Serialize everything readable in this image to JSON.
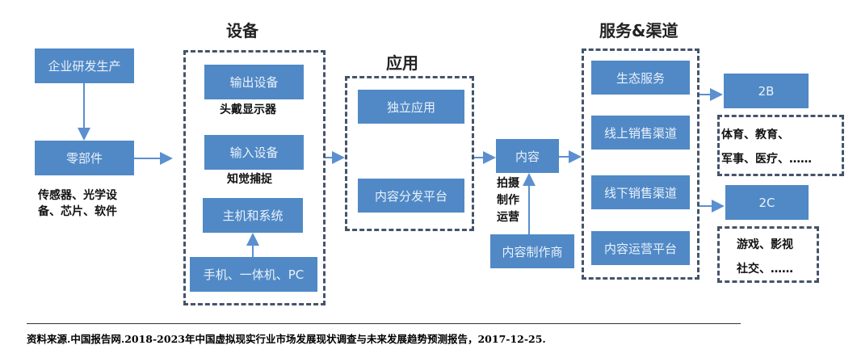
{
  "titles": {
    "device": "设备",
    "app": "应用",
    "service": "服务&渠道"
  },
  "left": {
    "rd": "企业研发生产",
    "parts": "零部件",
    "parts_desc_1": "传感器、光学设",
    "parts_desc_2": "备、芯片、软件"
  },
  "device": {
    "output": "输出设备",
    "output_desc": "头戴显示器",
    "input": "输入设备",
    "input_desc": "知觉捕捉",
    "host": "主机和系统",
    "terminals": "手机、一体机、PC"
  },
  "app": {
    "standalone": "独立应用",
    "distribution": "内容分发平台"
  },
  "content": {
    "label": "内容",
    "desc_1": "拍摄",
    "desc_2": "制作",
    "desc_3": "运营",
    "producer": "内容制作商"
  },
  "service": {
    "eco": "生态服务",
    "online": "线上销售渠道",
    "offline": "线下销售渠道",
    "ops": "内容运营平台"
  },
  "to_b": {
    "label": "2B",
    "desc_1": "体育、教育、",
    "desc_2": "军事、医疗、……"
  },
  "to_c": {
    "label": "2C",
    "desc_1": "游戏、影视",
    "desc_2": "社交、……"
  },
  "footer": "资料来源.中国报告网.2018-2023年中国虚拟现实行业市场发展现状调查与未来发展趋势预测报告，2017-12-25.",
  "colors": {
    "box": "#5089c6",
    "dash": "#44546a",
    "arrow": "#5b8fd0"
  }
}
